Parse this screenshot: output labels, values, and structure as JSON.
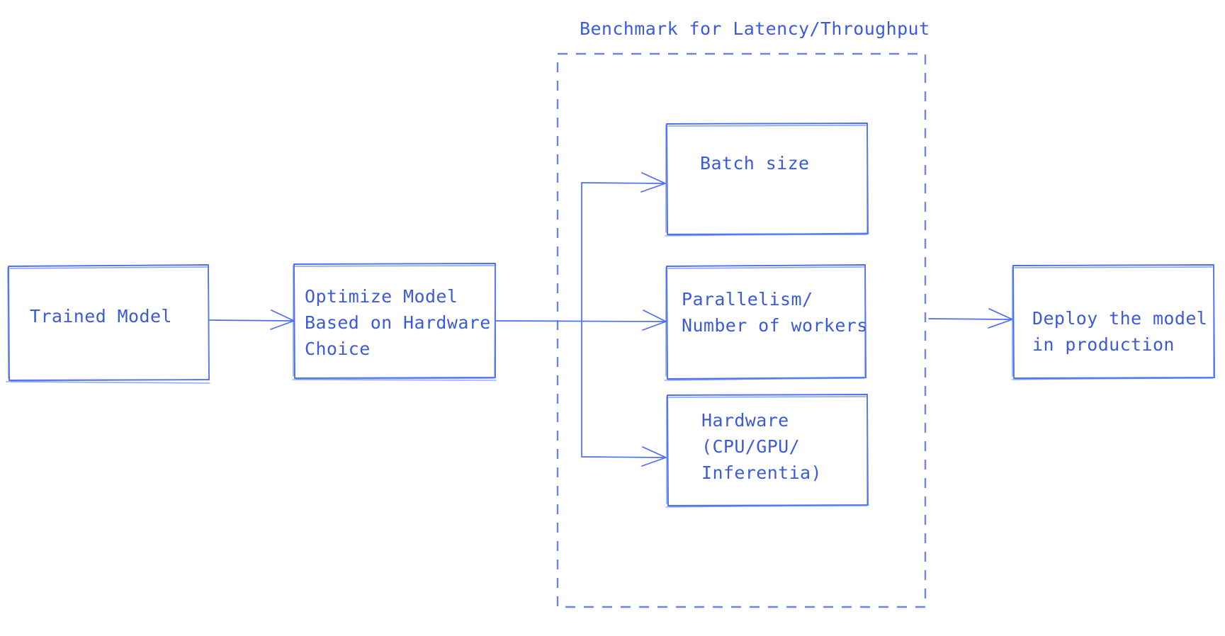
{
  "diagram": {
    "type": "flowchart",
    "style": "hand-drawn-sketch",
    "background": "#ffffff",
    "stroke_color": "#3b5bdb",
    "dashed_stroke_color": "#6b86e8",
    "text_color": "#3b5bdb",
    "group": {
      "title": "Benchmark for Latency/Throughput",
      "border_style": "dashed"
    },
    "nodes": [
      {
        "id": "trained-model",
        "label": "Trained Model"
      },
      {
        "id": "optimize-model",
        "label": "Optimize Model\nBased on Hardware\nChoice"
      },
      {
        "id": "batch-size",
        "label": "Batch size"
      },
      {
        "id": "parallelism",
        "label": "Parallelism/\nNumber of workers"
      },
      {
        "id": "hardware",
        "label": "Hardware\n(CPU/GPU/\nInferentia)"
      },
      {
        "id": "deploy",
        "label": "Deploy the model\nin production"
      }
    ],
    "edges": [
      {
        "from": "trained-model",
        "to": "optimize-model",
        "arrow": "open"
      },
      {
        "from": "optimize-model",
        "to": "batch-size",
        "arrow": "open"
      },
      {
        "from": "optimize-model",
        "to": "parallelism",
        "arrow": "open"
      },
      {
        "from": "optimize-model",
        "to": "hardware",
        "arrow": "open"
      },
      {
        "from": "benchmark-group",
        "to": "deploy",
        "arrow": "open"
      }
    ]
  }
}
